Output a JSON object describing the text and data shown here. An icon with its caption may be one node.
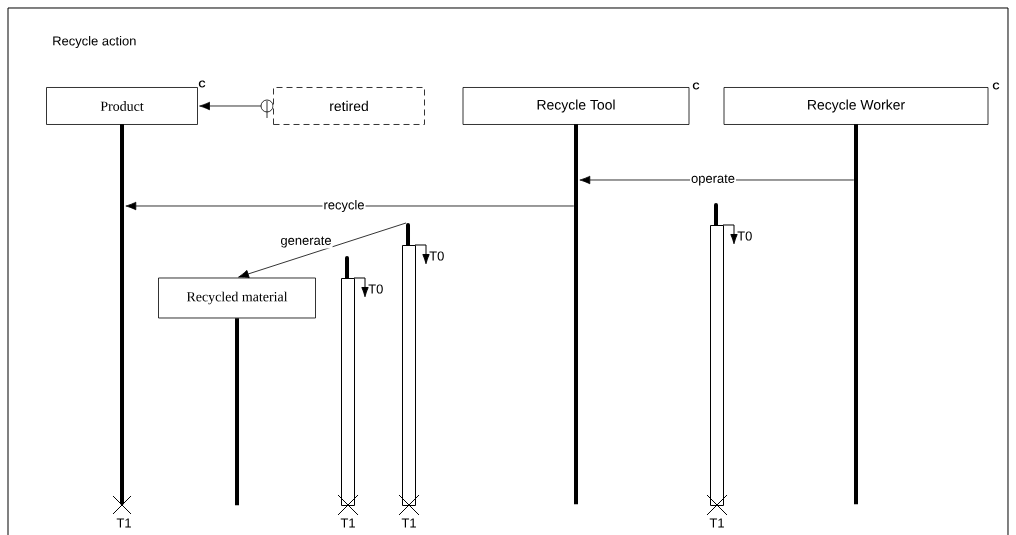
{
  "diagram": {
    "title": "Recycle action",
    "nodes": [
      {
        "text": [
          "Product"
        ],
        "beside": [
          "C"
        ]
      },
      {
        "text": [
          "retired"
        ]
      },
      {
        "text": [
          "Recycle Tool"
        ],
        "beside": [
          "C"
        ]
      },
      {
        "text": [
          "Recycle Worker"
        ],
        "beside": [
          "C"
        ]
      },
      {
        "text": [
          "Recycled material"
        ]
      },
      {
        "text": [],
        "shape": "bar",
        "beside": [
          "T0",
          "T1"
        ]
      },
      {
        "text": [],
        "shape": "bar",
        "beside": [
          "T0",
          "T1"
        ]
      },
      {
        "text": [],
        "shape": "bar",
        "beside": [
          "T0",
          "T1"
        ]
      },
      {
        "text": [],
        "shape": "bar"
      },
      {
        "text": [],
        "shape": "bar"
      },
      {
        "text": [],
        "shape": "bar"
      },
      {
        "text": [],
        "shape": "bar"
      }
    ],
    "edges": [
      {
        "from": 1,
        "to": 0,
        "arrow": "to"
      },
      {
        "from": 10,
        "to": 9,
        "arrow": "to",
        "label": "operate"
      },
      {
        "from": 9,
        "to": 8,
        "arrow": "to",
        "label": "recycle"
      },
      {
        "from": 6,
        "to": 4,
        "arrow": "to",
        "label": "generate"
      }
    ],
    "labels": [
      "T1"
    ]
  }
}
